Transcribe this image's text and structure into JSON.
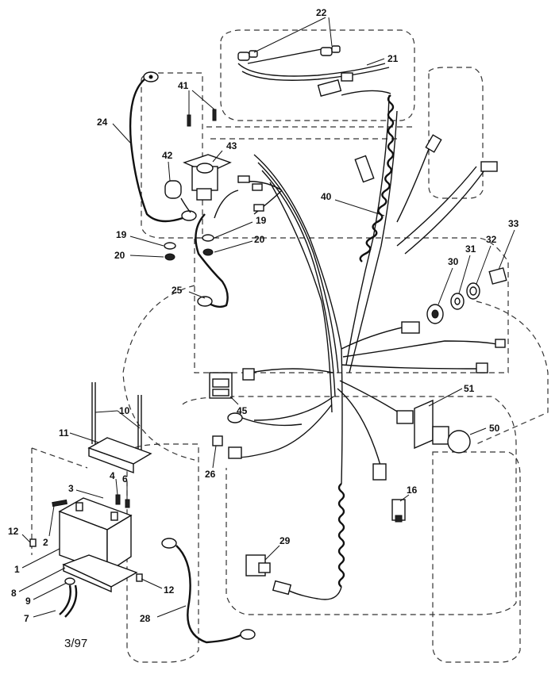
{
  "caption": "3/97",
  "callouts": [
    {
      "id": "c22",
      "text": "22"
    },
    {
      "id": "c21",
      "text": "21"
    },
    {
      "id": "c41",
      "text": "41"
    },
    {
      "id": "c24",
      "text": "24"
    },
    {
      "id": "c42",
      "text": "42"
    },
    {
      "id": "c43",
      "text": "43"
    },
    {
      "id": "c40",
      "text": "40"
    },
    {
      "id": "c19a",
      "text": "19"
    },
    {
      "id": "c19b",
      "text": "19"
    },
    {
      "id": "c20a",
      "text": "20"
    },
    {
      "id": "c20b",
      "text": "20"
    },
    {
      "id": "c33",
      "text": "33"
    },
    {
      "id": "c32",
      "text": "32"
    },
    {
      "id": "c31",
      "text": "31"
    },
    {
      "id": "c30",
      "text": "30"
    },
    {
      "id": "c25",
      "text": "25"
    },
    {
      "id": "c45",
      "text": "45"
    },
    {
      "id": "c51",
      "text": "51"
    },
    {
      "id": "c50",
      "text": "50"
    },
    {
      "id": "c10",
      "text": "10"
    },
    {
      "id": "c11",
      "text": "11"
    },
    {
      "id": "c26",
      "text": "26"
    },
    {
      "id": "c3",
      "text": "3"
    },
    {
      "id": "c4",
      "text": "4"
    },
    {
      "id": "c6",
      "text": "6"
    },
    {
      "id": "c16",
      "text": "16"
    },
    {
      "id": "c12a",
      "text": "12"
    },
    {
      "id": "c2",
      "text": "2"
    },
    {
      "id": "c29",
      "text": "29"
    },
    {
      "id": "c1",
      "text": "1"
    },
    {
      "id": "c8",
      "text": "8"
    },
    {
      "id": "c9",
      "text": "9"
    },
    {
      "id": "c12b",
      "text": "12"
    },
    {
      "id": "c7",
      "text": "7"
    },
    {
      "id": "c28",
      "text": "28"
    }
  ]
}
